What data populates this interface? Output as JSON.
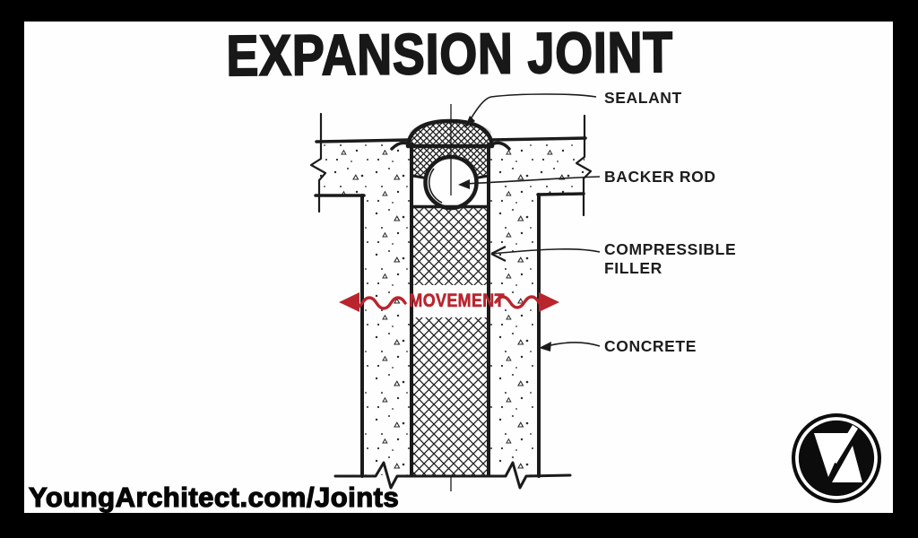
{
  "page": {
    "title": "EXPANSION JOINT",
    "watermark": "YoungArchitect.com/Joints"
  },
  "diagram": {
    "type": "architectural-detail-sketch",
    "labels": {
      "sealant": "SEALANT",
      "backer_rod": "BACKER ROD",
      "compressible_filler": "COMPRESSIBLE\nFILLER",
      "concrete": "CONCRETE",
      "movement": "MOVEMENT"
    },
    "colors": {
      "ink": "#1b1b1b",
      "accent_red": "#b9252e",
      "paper": "#fefefe",
      "frame": "#000000"
    }
  },
  "logo": {
    "icon": "young-architect-logo"
  }
}
